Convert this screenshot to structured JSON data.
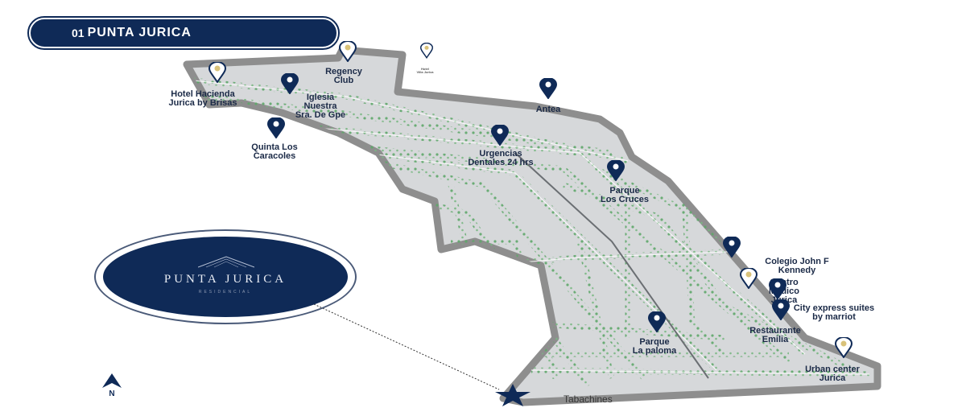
{
  "header": {
    "number": "01",
    "title": "PUNTA JURICA"
  },
  "logo": {
    "brand": "PUNTA JURICA",
    "subtitle": "RESIDENCIAL"
  },
  "street_labels": {
    "south_road": "Tabachines"
  },
  "compass": {
    "label": "N"
  },
  "colors": {
    "navy": "#0f2a57",
    "border_gray": "#8e8e8e",
    "land_gray": "#d6d8da",
    "tree_green": "#5fa86a"
  },
  "landmarks": [
    {
      "id": "hotel-hacienda",
      "label": [
        "Hotel Hacienda",
        "Jurica by Brisas"
      ],
      "icon": "hotel-icon",
      "style": "light"
    },
    {
      "id": "regency-club",
      "label": [
        "Regency",
        "Club"
      ],
      "icon": "club-icon",
      "style": "light"
    },
    {
      "id": "small-top",
      "label": [
        "Hotel",
        "Villa Jurica"
      ],
      "icon": "place-icon",
      "style": "light",
      "tiny": true
    },
    {
      "id": "iglesia",
      "label": [
        "Iglesia",
        "Nuestra",
        "Sra. De Gpe"
      ],
      "icon": "church-icon",
      "style": "dark"
    },
    {
      "id": "antea",
      "label": [
        "Antea"
      ],
      "icon": "shop-icon",
      "style": "dark"
    },
    {
      "id": "quinta-caracoles",
      "label": [
        "Quinta Los",
        "Caracoles"
      ],
      "icon": "place-icon",
      "style": "dark"
    },
    {
      "id": "urgencias",
      "label": [
        "Urgencias",
        "Dentales 24 hrs"
      ],
      "icon": "health-icon",
      "style": "dark"
    },
    {
      "id": "parque-cruces",
      "label": [
        "Parque",
        "Los Cruces"
      ],
      "icon": "park-icon",
      "style": "dark"
    },
    {
      "id": "colegio-kennedy",
      "label": [
        "Colegio John F",
        "Kennedy"
      ],
      "icon": "school-icon",
      "style": "dark"
    },
    {
      "id": "centro-medico",
      "label": [
        "Centro",
        "Médico",
        "Jurica"
      ],
      "icon": "hospital-icon",
      "style": "light"
    },
    {
      "id": "city-express",
      "label": [
        "City express suites",
        "by marriot"
      ],
      "icon": "hotel-icon",
      "style": "dark"
    },
    {
      "id": "restaurante-emilia",
      "label": [
        "Restaurante",
        "Emilia"
      ],
      "icon": "restaurant-icon",
      "style": "dark"
    },
    {
      "id": "parque-paloma",
      "label": [
        "Parque",
        "La paloma"
      ],
      "icon": "park-icon",
      "style": "dark"
    },
    {
      "id": "urban-center",
      "label": [
        "Urban center",
        "Jurica"
      ],
      "icon": "shop-icon",
      "style": "light"
    }
  ]
}
